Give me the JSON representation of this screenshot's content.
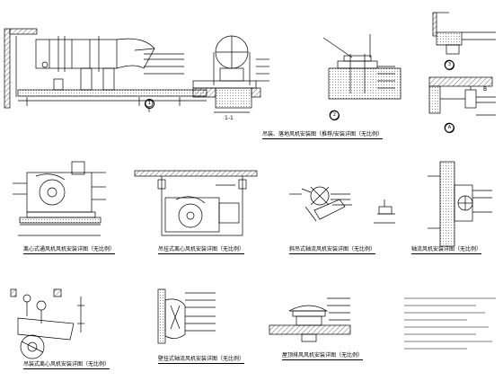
{
  "row1": {
    "caption": "吊装、落地风机安装图（推荐/安装详图（无比例）",
    "callout_a": "1",
    "callout_b": "2",
    "callout_c": "3",
    "label_section": "1-1",
    "label_right1": "A",
    "label_right2": "B"
  },
  "row2": {
    "caption1": "离心式通风机风机安装详图（无比例）",
    "caption2": "吊挂式离心风机安装详图（无比例）",
    "caption3": "斜吊式轴流风机安装详图（无比例）",
    "caption4": "轴流风机安装详图（无比例）"
  },
  "row3": {
    "caption1": "吊装式离心风机安装详图（无比例）",
    "caption2": "壁挂式轴流风机安装详图（无比例）",
    "caption3": "屋顶排风风机安装详图（无比例）"
  },
  "colors": {
    "line": "#000000",
    "hatch": "#000000"
  }
}
